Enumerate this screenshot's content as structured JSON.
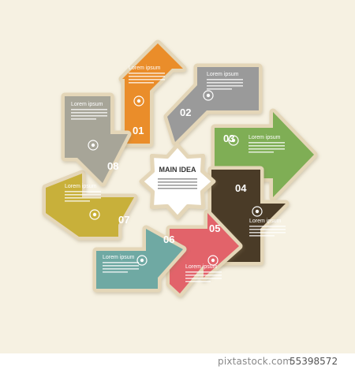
{
  "center": {
    "title": "MAIN IDEA"
  },
  "steps": [
    {
      "number": "01",
      "heading": "Lorem ipsum",
      "color": "#ea8d2a",
      "icon": "gear-icon"
    },
    {
      "number": "02",
      "heading": "Lorem ipsum",
      "color": "#9a9a9a",
      "icon": "building-icon"
    },
    {
      "number": "03",
      "heading": "Lorem ipsum",
      "color": "#7fae55",
      "icon": "tools-icon"
    },
    {
      "number": "04",
      "heading": "Lorem ipsum",
      "color": "#4a3b27",
      "icon": "phone-icon"
    },
    {
      "number": "05",
      "heading": "Lorem ipsum",
      "color": "#e2636a",
      "icon": "eye-icon"
    },
    {
      "number": "06",
      "heading": "Lorem ipsum",
      "color": "#6fa9a3",
      "icon": "chat-icon"
    },
    {
      "number": "07",
      "heading": "Lorem ipsum",
      "color": "#c8b03a",
      "icon": "money-icon"
    },
    {
      "number": "08",
      "heading": "Lorem ipsum",
      "color": "#a7a598",
      "icon": "camera-icon"
    }
  ],
  "footer": {
    "brand": "pixtastock.com",
    "image_id": "55398572"
  }
}
